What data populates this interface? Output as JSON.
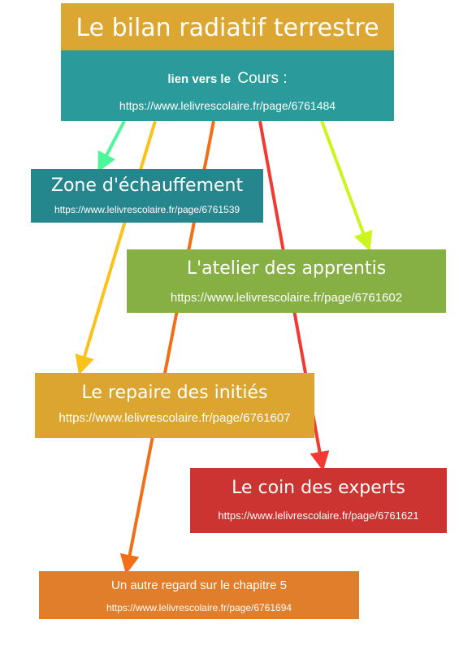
{
  "colors": {
    "title_bg": "#dba632",
    "cours_bg": "#2a9a9b",
    "zone_bg": "#26868e",
    "atelier_bg": "#86b043",
    "repaire_bg": "#dba530",
    "coin_bg": "#cc3431",
    "regard_bg": "#e07e2c",
    "arrow_zone": "#4cf79a",
    "arrow_atelier": "#ccf520",
    "arrow_repaire": "#fbc21a",
    "arrow_coin": "#f23a35",
    "arrow_regard": "#f26f17"
  },
  "title": "Le bilan radiatif terrestre",
  "cours": {
    "prefix": "lien vers le",
    "label": "Cours :",
    "url": "https://www.lelivrescolaire.fr/page/6761484"
  },
  "nodes": {
    "zone": {
      "title": "Zone d'échauffement",
      "url": "https://www.lelivrescolaire.fr/page/6761539"
    },
    "atelier": {
      "title": "L'atelier des apprentis",
      "url": "https://www.lelivrescolaire.fr/page/6761602"
    },
    "repaire": {
      "title": "Le repaire des initiés",
      "url": "https://www.lelivrescolaire.fr/page/6761607"
    },
    "coin": {
      "title": "Le coin des experts",
      "url": "https://www.lelivrescolaire.fr/page/6761621"
    },
    "regard": {
      "title": "Un autre regard sur le chapitre 5",
      "url": "https://www.lelivrescolaire.fr/page/6761694"
    }
  }
}
